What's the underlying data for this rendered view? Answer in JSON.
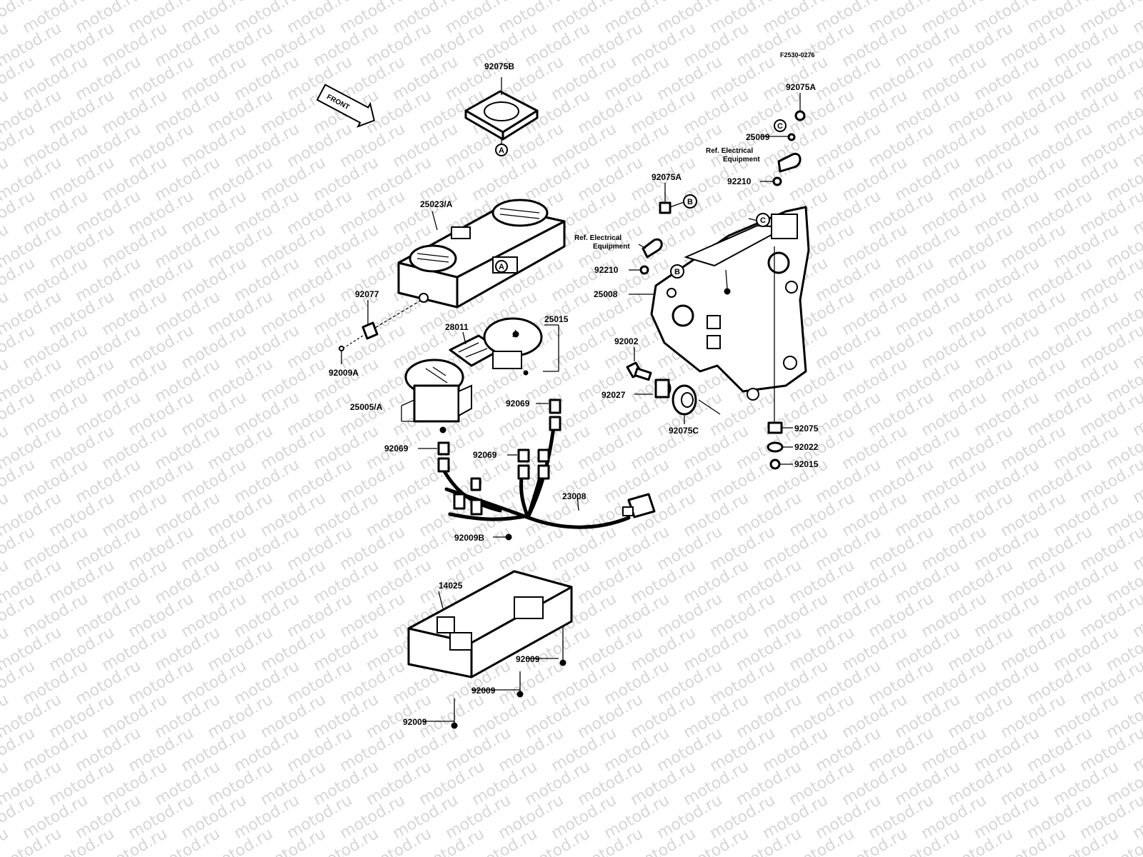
{
  "diagram_code": "F2530-0276",
  "watermark": "motod.ru",
  "front_arrow_label": "FRONT",
  "parts": {
    "p92075B": "92075B",
    "p25023A": "25023/A",
    "p92077": "92077",
    "p92009A": "92009A",
    "p28011": "28011",
    "p25015": "25015",
    "p25005A": "25005/A",
    "p92069_a": "92069",
    "p92069_b": "92069",
    "p92069_c": "92069",
    "p23008": "23008",
    "p92009B": "92009B",
    "p14025": "14025",
    "p92009_a": "92009",
    "p92009_b": "92009",
    "p92009_c": "92009",
    "p92075A_top": "92075A",
    "p25009": "25009",
    "p92210_top": "92210",
    "p92075A_mid": "92075A",
    "p92210_mid": "92210",
    "p25008": "25008",
    "p92002": "92002",
    "p92027": "92027",
    "p92075C": "92075C",
    "p92075": "92075",
    "p92022": "92022",
    "p92015": "92015"
  },
  "ref_notes": {
    "top_line1": "Ref. Electrical",
    "top_line2": "Equipment",
    "mid_line1": "Ref. Electrical",
    "mid_line2": "Equipment"
  },
  "callouts": {
    "a_top": "A",
    "a_meter": "A",
    "b_nut": "B",
    "b_bracket": "B",
    "c_clamp": "C",
    "c_bracket": "C"
  }
}
